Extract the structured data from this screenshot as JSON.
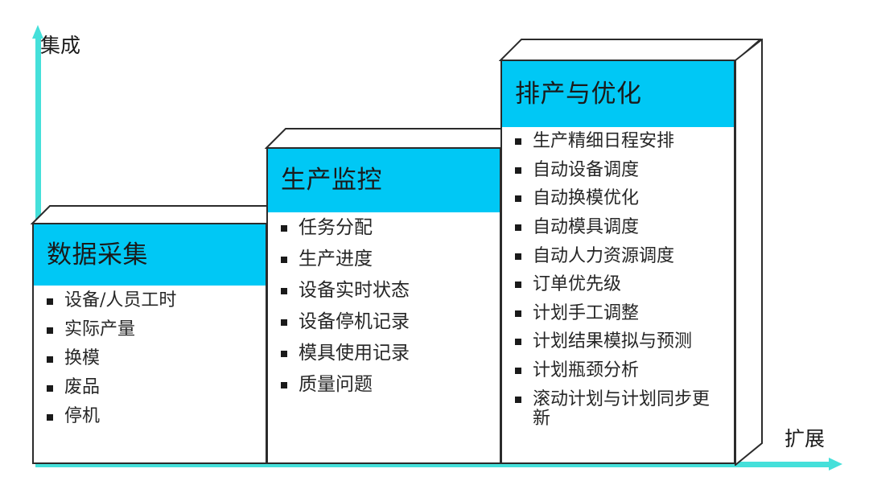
{
  "axes": {
    "vertical_label": "集成",
    "horizontal_label": "扩展",
    "axis_color": "#45E0DA"
  },
  "theme": {
    "header_fill": "#00C8F5",
    "outline": "#2b2b2b",
    "body_fill": "#ffffff",
    "text_color": "#262626"
  },
  "blocks": [
    {
      "id": "data-collection",
      "title": "数据采集",
      "items": [
        "设备/人员工时",
        "实际产量",
        "换模",
        "废品",
        "停机"
      ]
    },
    {
      "id": "production-monitoring",
      "title": "生产监控",
      "items": [
        "任务分配",
        "生产进度",
        "设备实时状态",
        "设备停机记录",
        "模具使用记录",
        "质量问题"
      ]
    },
    {
      "id": "scheduling-optimization",
      "title": "排产与优化",
      "items": [
        "生产精细日程安排",
        "自动设备调度",
        "自动换模优化",
        "自动模具调度",
        "自动人力资源调度",
        "订单优先级",
        "计划手工调整",
        "计划结果模拟与预测",
        "计划瓶颈分析",
        "滚动计划与计划同步更新"
      ]
    }
  ]
}
